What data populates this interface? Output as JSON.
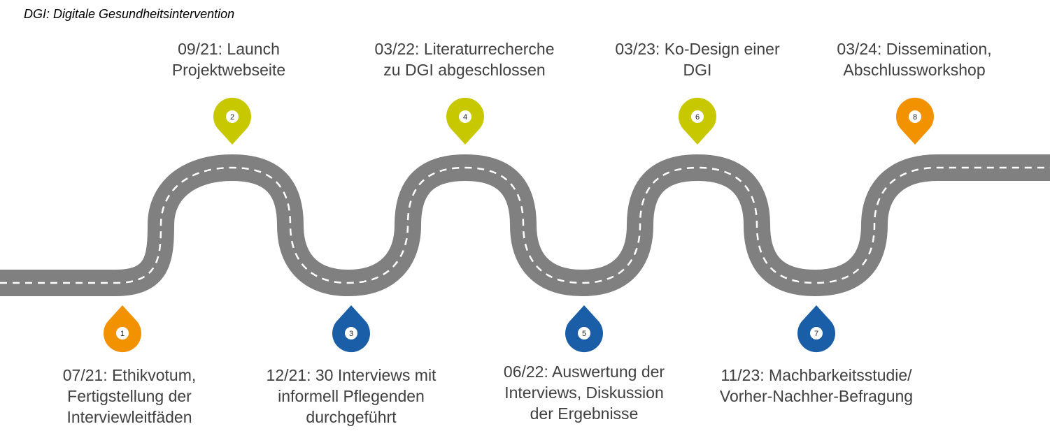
{
  "note": "DGI: Digitale Gesundheitsintervention",
  "colors": {
    "road": "#808080",
    "lane": "#ffffff",
    "orange": "#f39200",
    "green": "#c8c800",
    "blue": "#1a5ea8"
  },
  "milestones": [
    {
      "n": "1",
      "color": "orange",
      "lines": [
        "07/21: Ethikvotum,",
        "Fertigstellung der",
        "Interviewleitfäden"
      ]
    },
    {
      "n": "2",
      "color": "green",
      "lines": [
        "09/21: Launch",
        "Projektwebseite"
      ]
    },
    {
      "n": "3",
      "color": "blue",
      "lines": [
        "12/21: 30 Interviews mit",
        "informell Pflegenden",
        "durchgeführt"
      ]
    },
    {
      "n": "4",
      "color": "green",
      "lines": [
        "03/22: Literaturrecherche",
        "zu DGI abgeschlossen"
      ]
    },
    {
      "n": "5",
      "color": "blue",
      "lines": [
        "06/22: Auswertung der",
        "Interviews, Diskussion",
        "der Ergebnisse"
      ]
    },
    {
      "n": "6",
      "color": "green",
      "lines": [
        "03/23: Ko-Design einer",
        "DGI"
      ]
    },
    {
      "n": "7",
      "color": "blue",
      "lines": [
        "11/23: Machbarkeitsstudie/",
        "Vorher-Nachher-Befragung"
      ]
    },
    {
      "n": "8",
      "color": "orange",
      "lines": [
        "03/24: Dissemination,",
        "Abschlussworkshop"
      ]
    }
  ]
}
